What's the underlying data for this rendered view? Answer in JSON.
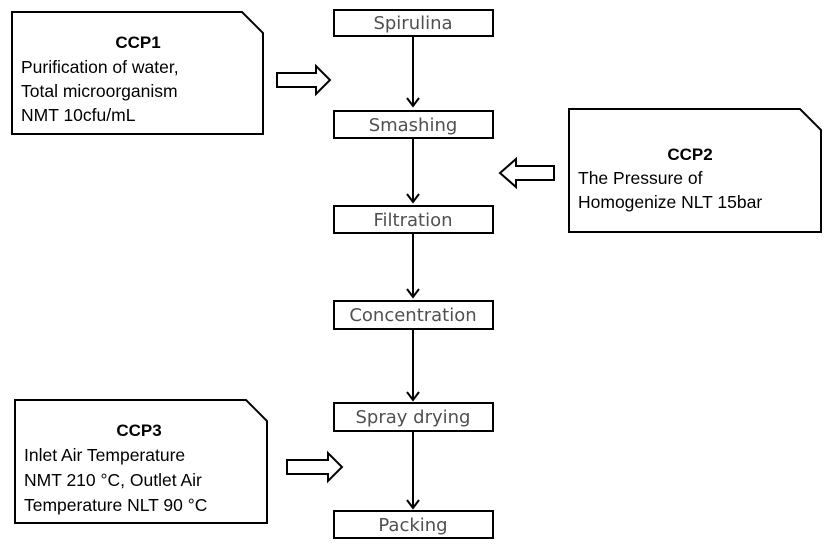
{
  "steps": [
    {
      "id": "spirulina",
      "label": "Spirulina"
    },
    {
      "id": "smashing",
      "label": "Smashing"
    },
    {
      "id": "filtration",
      "label": "Filtration"
    },
    {
      "id": "concentration",
      "label": "Concentration"
    },
    {
      "id": "spray-drying",
      "label": "Spray drying"
    },
    {
      "id": "packing",
      "label": "Packing"
    }
  ],
  "ccps": [
    {
      "id": "ccp1",
      "title": "CCP1",
      "lines": [
        "Purification of water,",
        "Total  microorganism",
        "NMT 10cfu/mL"
      ],
      "arrow_direction": "right",
      "target_step": "Smashing"
    },
    {
      "id": "ccp2",
      "title": "CCP2",
      "lines": [
        "The Pressure of",
        "Homogenize NLT 15bar"
      ],
      "arrow_direction": "left",
      "target_step": "Filtration"
    },
    {
      "id": "ccp3",
      "title": "CCP3",
      "lines": [
        "Inlet Air Temperature",
        "NMT 210 °C, Outlet Air",
        "Temperature NLT 90 °C"
      ],
      "arrow_direction": "right",
      "target_step": "Spray drying"
    }
  ],
  "colors": {
    "step_text": "#505050",
    "stroke": "#000000",
    "background": "#ffffff"
  }
}
